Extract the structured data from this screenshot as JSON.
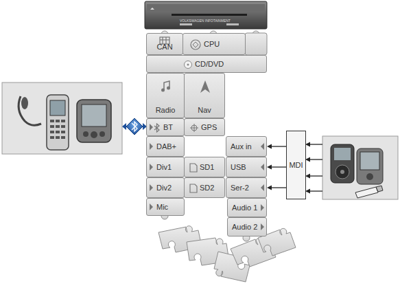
{
  "diagram": {
    "nodes": [
      {
        "text": [
          "CAN"
        ]
      },
      {
        "text": [
          "CPU"
        ]
      },
      {
        "text": [
          "CD/DVD"
        ]
      },
      {
        "text": [
          "Radio"
        ]
      },
      {
        "text": [
          "Nav"
        ]
      },
      {
        "text": [
          "BT"
        ]
      },
      {
        "text": [
          "GPS"
        ]
      },
      {
        "text": [
          "DAB+"
        ]
      },
      {
        "text": [
          "Aux in"
        ]
      },
      {
        "text": [
          "Div1"
        ]
      },
      {
        "text": [
          "SD1"
        ]
      },
      {
        "text": [
          "USB"
        ]
      },
      {
        "text": [
          "Div2"
        ]
      },
      {
        "text": [
          "SD2"
        ]
      },
      {
        "text": [
          "Ser-2"
        ]
      },
      {
        "text": [
          "Mic"
        ]
      },
      {
        "text": [
          "Audio 1"
        ]
      },
      {
        "text": [
          "Audio 2"
        ]
      },
      {
        "text": [
          "MDI"
        ]
      }
    ],
    "edges": [
      {
        "from": 18,
        "to": 8,
        "arrow": "to"
      },
      {
        "from": 18,
        "to": 11,
        "arrow": "to"
      },
      {
        "from": 18,
        "to": 14,
        "arrow": "to"
      }
    ],
    "labels": [
      "VOLKSWAGEN INFOTAINMENT"
    ]
  }
}
